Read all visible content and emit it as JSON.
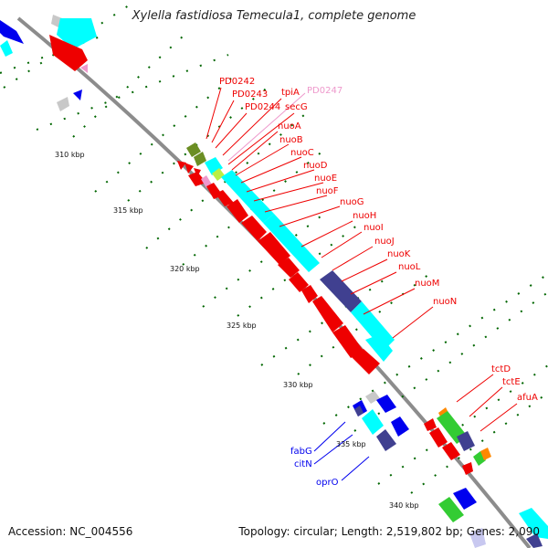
{
  "title": "Xylella fastidiosa Temecula1, complete genome",
  "footer": {
    "accession": "Accession: NC_004556",
    "topology": "Topology: circular; Length: 2,519,802 bp; Genes: 2,090"
  },
  "scale_marks": [
    "310 kbp",
    "315 kbp",
    "320 kbp",
    "325 kbp",
    "330 kbp",
    "335 kbp",
    "340 kbp"
  ],
  "gene_labels": {
    "red": [
      "PD0242",
      "PD0243",
      "PD0244",
      "tpiA",
      "secG",
      "nuoA",
      "nuoB",
      "nuoC",
      "nuoD",
      "nuoE",
      "nuoF",
      "nuoG",
      "nuoH",
      "nuoI",
      "nuoJ",
      "nuoK",
      "nuoL",
      "nuoM",
      "nuoN",
      "tctD",
      "tctE",
      "afuA"
    ],
    "pink": [
      "PD0247"
    ],
    "blue": [
      "fabG",
      "citN",
      "oprO"
    ]
  },
  "colors": {
    "cds_red": "#ee0000",
    "cyan": "#00ffff",
    "olive": "#6b8e23",
    "navy": "#404090",
    "blue": "#0000ff",
    "green": "#33cc33",
    "orange": "#ff8800",
    "pink": "#ee99cc",
    "backbone": "#999999",
    "gc_dots": "#006600"
  }
}
